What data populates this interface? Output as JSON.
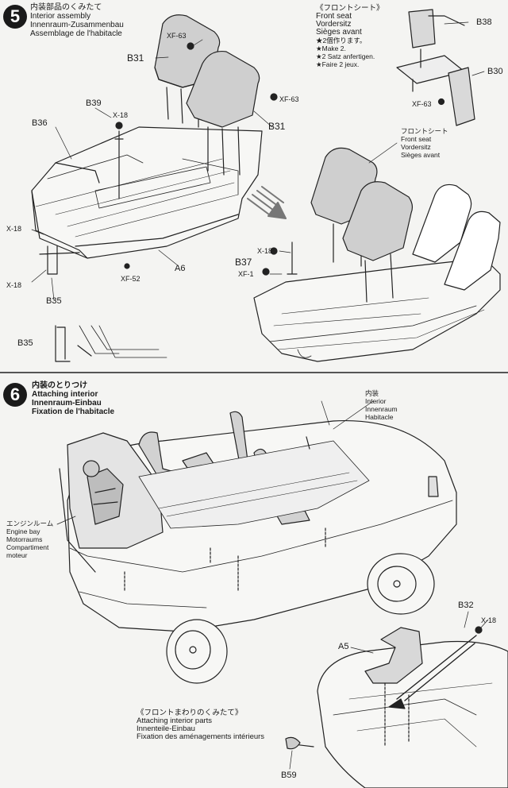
{
  "step5": {
    "number": "5",
    "title_jp": "内装部品のくみたて",
    "title_en": "Interior assembly",
    "title_de": "Innenraum-Zusammenbau",
    "title_fr": "Assemblage de l'habitacle",
    "front_seat_note": {
      "jp": "《フロントシート》",
      "en": "Front seat",
      "de": "Vordersitz",
      "fr": "Sièges avant",
      "make_jp": "★2個作ります。",
      "make_en": "★Make 2.",
      "make_de": "★2 Satz anfertigen.",
      "make_fr": "★Faire 2 jeux."
    },
    "front_seat_callout": {
      "jp": "フロントシート",
      "en": "Front seat",
      "de": "Vordersitz",
      "fr": "Sièges avant"
    },
    "parts": {
      "b31_a": "B31",
      "b31_b": "B31",
      "xf63_a": "XF-63",
      "xf63_b": "XF-63",
      "xf63_c": "XF-63",
      "b39": "B39",
      "x18_a": "X-18",
      "b36": "B36",
      "x18_b": "X-18",
      "x18_c": "X-18",
      "b35": "B35",
      "xf52": "XF-52",
      "a6": "A6",
      "b38": "B38",
      "b30": "B30",
      "x18_d": "X-18",
      "b37": "B37",
      "xf1": "XF-1",
      "b35_detail": "B35"
    }
  },
  "step6": {
    "number": "6",
    "title_jp": "内装のとりつけ",
    "title_en": "Attaching interior",
    "title_de": "Innenraum-Einbau",
    "title_fr": "Fixation de l'habitacle",
    "interior_note": {
      "jp": "内装",
      "en": "Interior",
      "de": "Innenraum",
      "fr": "Habitacle"
    },
    "engine_note": {
      "jp": "エンジンルーム",
      "en": "Engine bay",
      "de": "Motorraums",
      "fr1": "Compartiment",
      "fr2": "moteur"
    },
    "front_parts_note": {
      "jp": "《フロントまわりのくみたて》",
      "en": "Attaching interior parts",
      "de": "Innenteile-Einbau",
      "fr": "Fixation des aménagements intérieurs"
    },
    "parts": {
      "b32": "B32",
      "x18": "X-18",
      "a5": "A5",
      "b59": "B59"
    }
  }
}
